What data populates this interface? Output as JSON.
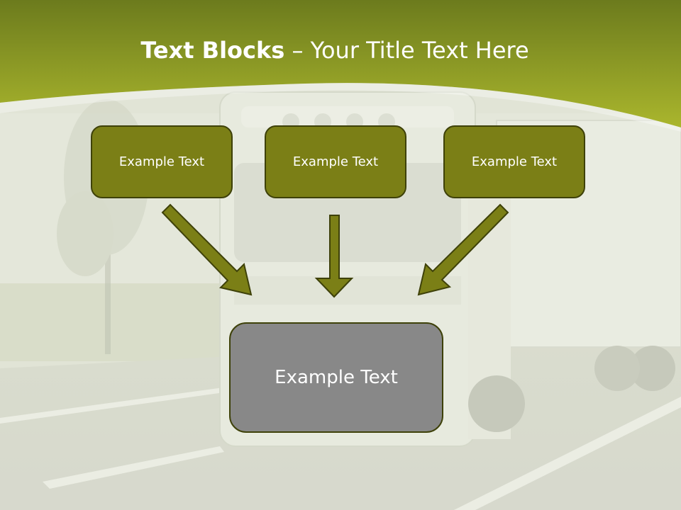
{
  "title": {
    "bold": "Text Blocks",
    "rest": " – Your Title Text Here"
  },
  "blocks": [
    {
      "label": "Example Text"
    },
    {
      "label": "Example Text"
    },
    {
      "label": "Example Text"
    }
  ],
  "target": {
    "label": "Example Text"
  },
  "colors": {
    "header_top": "#6f7e1f",
    "header_bottom": "#a9b52c",
    "box_fill": "#7b7f16",
    "box_border": "#3e4109",
    "target_fill": "#888888"
  }
}
